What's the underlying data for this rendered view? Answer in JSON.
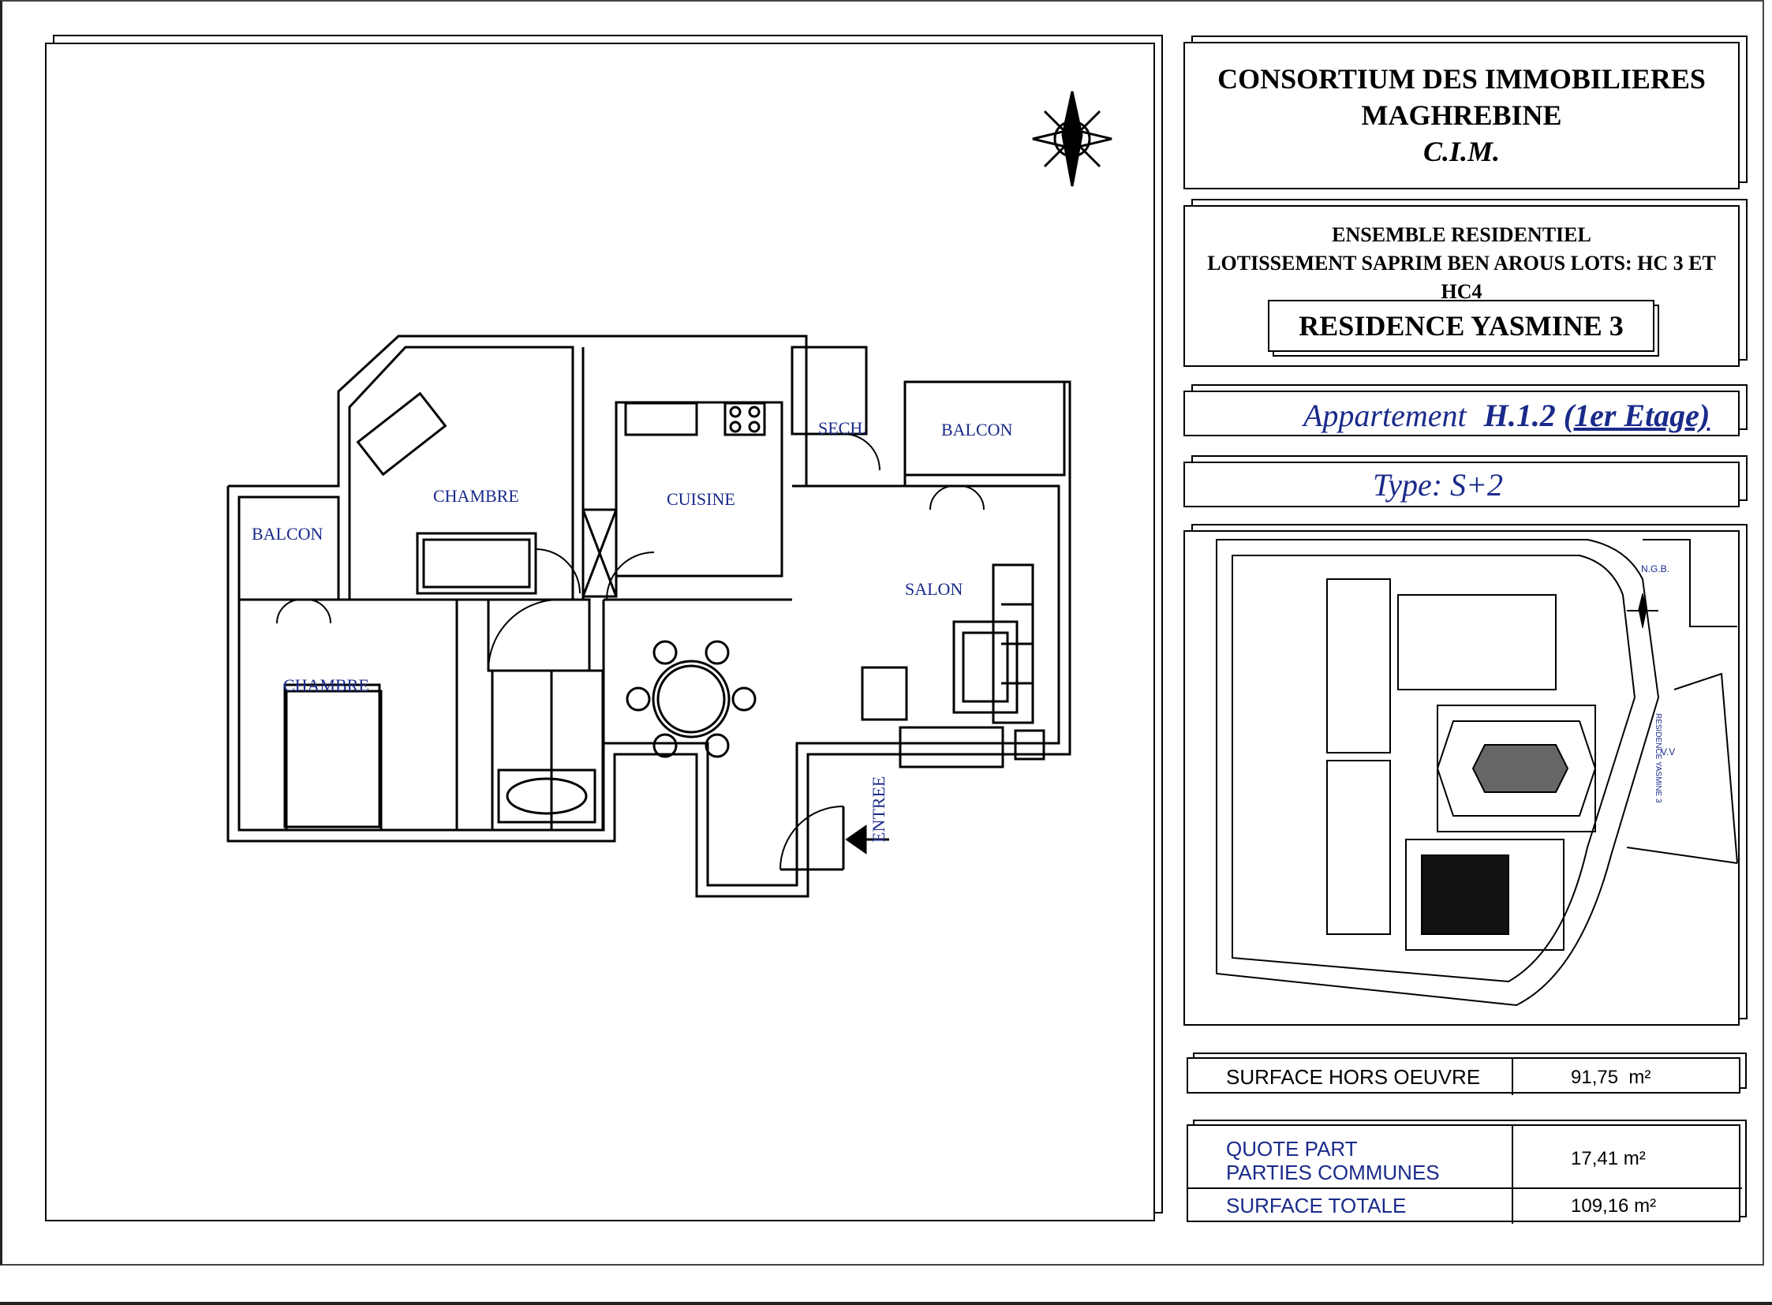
{
  "company": {
    "line1": "CONSORTIUM DES IMMOBILIERES",
    "line2": "MAGHREBINE",
    "line3": "C.I.M."
  },
  "project": {
    "line1": "ENSEMBLE RESIDENTIEL",
    "line2": "LOTISSEMENT SAPRIM BEN AROUS LOTS: HC 3 ET HC4",
    "residence": "RESIDENCE YASMINE 3"
  },
  "apartment": {
    "label": "Appartement",
    "code": "H.1.2",
    "floor": "(1er Etage)",
    "type": "Type: S+2"
  },
  "rooms": {
    "chambre1": "CHAMBRE",
    "chambre2": "CHAMBRE",
    "cuisine": "CUISINE",
    "sech": "SECH.",
    "balcon1": "BALCON",
    "balcon2": "BALCON",
    "salon": "SALON",
    "entree": "ENTREE"
  },
  "site_plan": {
    "north_label": "N.G.B.",
    "street": "RESIDENCE YASMINE 3",
    "vv": "V.V"
  },
  "surfaces": {
    "hors_oeuvre_label": "SURFACE HORS OEUVRE",
    "hors_oeuvre_value": "91,75  m²",
    "quote_part_label1": "QUOTE PART",
    "quote_part_label2": "PARTIES COMMUNES",
    "quote_part_value": "17,41 m²",
    "totale_label": "SURFACE TOTALE",
    "totale_value": "109,16 m²"
  }
}
